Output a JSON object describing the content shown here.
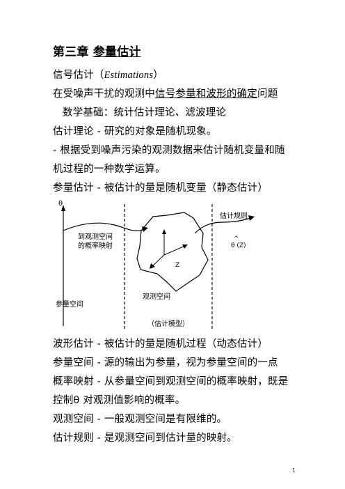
{
  "chapter": {
    "number": "第三章",
    "title": "参量估计"
  },
  "paragraphs": {
    "p1_a": "信号估计（",
    "p1_b": "Estimations",
    "p1_c": "）",
    "p2_a": "在受噪声干扰的观测中",
    "p2_b": "信号参量和波形的确定",
    "p2_c": "问题",
    "p3": "数学基础：统计估计理论、滤波理论",
    "p4": "估计理论 - 研究的对象是随机现象。",
    "p5a": " - 根据受到噪声污染的观测数据来估计随机变量和随",
    "p5b": "机过程的一种数学运算。",
    "p6": "参量估计 - 被估计的量是随机变量（静态估计）",
    "p7": "波形估计 - 被估计的量是随机过程（动态估计）",
    "p8": "参量空间 - 源的输出为参量，视为参量空间的一点",
    "p9a": "概率映射 - 从参量空间到观测空间的概率映射，既是",
    "p9b": "控制θ 对观测值影响的概率。",
    "p10": "观测空间 - 一般观测空间是有限维的。",
    "p11": "估计规则 - 是观测空间到估计量的映射。"
  },
  "figure": {
    "theta_axis": "θ",
    "mapping_line1": "到观测空间",
    "mapping_line2": "的概率映射",
    "param_space": "参量空间",
    "obs_space": "观测空间",
    "z_label": "Z",
    "rule_label": "估计规则",
    "estimate_label": "θ (Z)",
    "caption": "（估计模型）"
  },
  "page_number": "1"
}
